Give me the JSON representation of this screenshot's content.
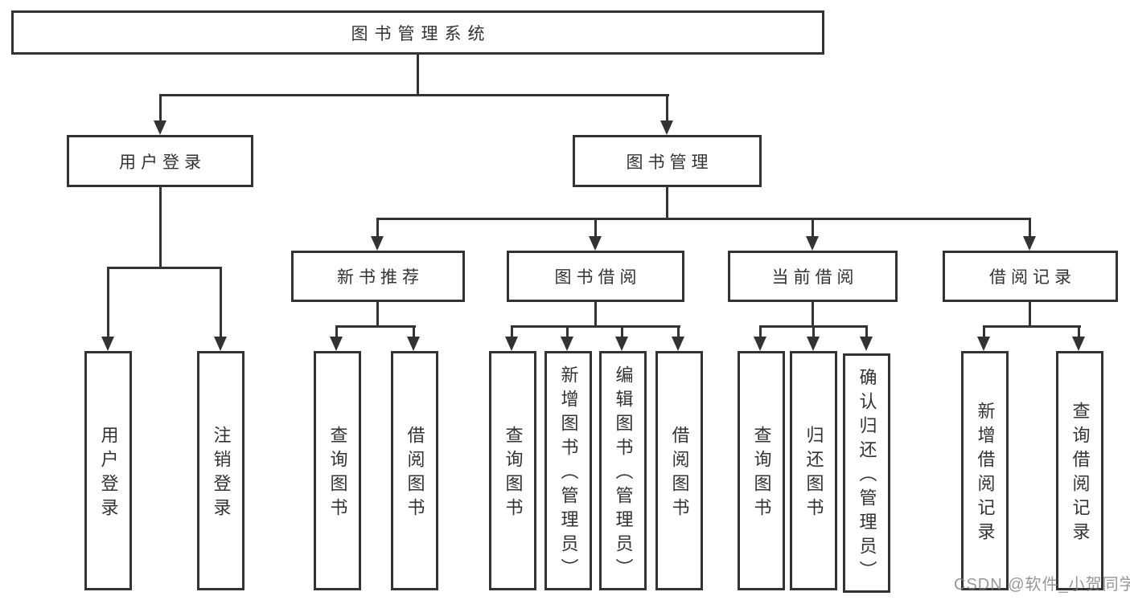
{
  "diagram": {
    "root": {
      "label": "图书管理系统"
    },
    "branches": [
      {
        "label": "用户登录",
        "children": [
          {
            "label": "用户登录"
          },
          {
            "label": "注销登录"
          }
        ]
      },
      {
        "label": "图书管理",
        "modules": [
          {
            "label": "新书推荐",
            "children": [
              {
                "label": "查询图书"
              },
              {
                "label": "借阅图书"
              }
            ]
          },
          {
            "label": "图书借阅",
            "children": [
              {
                "label": "查询图书"
              },
              {
                "label": "新增图书（管理员）"
              },
              {
                "label": "编辑图书（管理员）"
              },
              {
                "label": "借阅图书"
              }
            ]
          },
          {
            "label": "当前借阅",
            "children": [
              {
                "label": "查询图书"
              },
              {
                "label": "归还图书"
              },
              {
                "label": "确认归还（管理员）"
              }
            ]
          },
          {
            "label": "借阅记录",
            "children": [
              {
                "label": "新增借阅记录"
              },
              {
                "label": "查询借阅记录"
              }
            ]
          }
        ]
      }
    ]
  },
  "watermark": {
    "text": "CSDN @软件_小贺同学"
  },
  "colors": {
    "line": "#333333",
    "text": "#333333",
    "background": "#ffffff",
    "watermark": "#9b9b9b"
  }
}
